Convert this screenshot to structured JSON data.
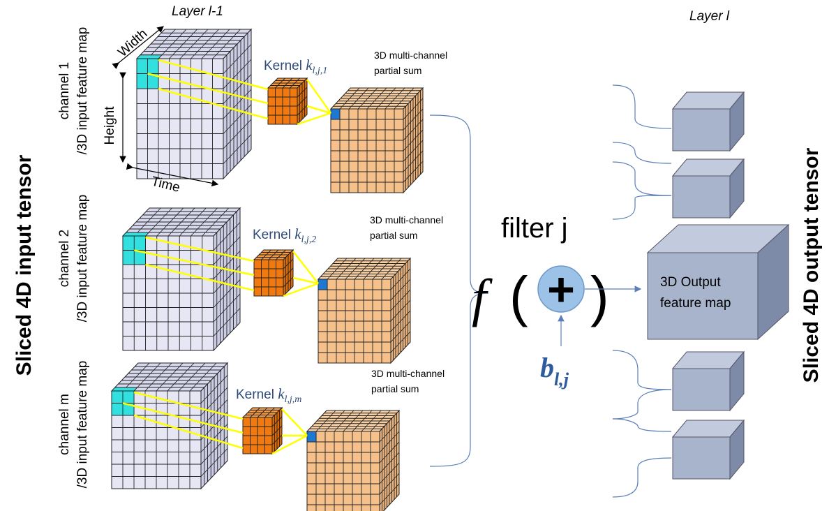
{
  "header": {
    "layer_prev": "Layer l-1",
    "layer_curr": "Layer l"
  },
  "side_titles": {
    "left": "Sliced 4D input tensor",
    "right": "Sliced 4D output tensor"
  },
  "axes": {
    "width": "Width",
    "height": "Height",
    "time": "Time"
  },
  "channels": [
    {
      "line1": "channel 1",
      "line2": "/3D input feature map",
      "kernel_text": "Kernel ",
      "kernel_sym": "k",
      "kernel_sub": "l,j,1",
      "psum_line1": "3D multi-channel",
      "psum_line2": "partial sum"
    },
    {
      "line1": "channel 2",
      "line2": "/3D input feature map",
      "kernel_text": "Kernel ",
      "kernel_sym": "k",
      "kernel_sub": "l,j,2",
      "psum_line1": "3D multi-channel",
      "psum_line2": "partial sum"
    },
    {
      "line1": "channel m",
      "line2": "/3D input feature map",
      "kernel_text": "Kernel ",
      "kernel_sym": "k",
      "kernel_sub": "l,j,m",
      "psum_line1": "3D multi-channel",
      "psum_line2": "partial sum"
    }
  ],
  "filter": {
    "title": "filter j",
    "func": "f",
    "open_paren": "(",
    "close_paren": ")",
    "plus": "+",
    "bias_sym": "b",
    "bias_sub": "l,j"
  },
  "output": {
    "line1": "3D Output",
    "line2": "feature map"
  },
  "colors": {
    "input_cube": "#e6e6f5",
    "input_highlight": "#33e0e0",
    "kernel": "#f07a10",
    "psum": "#f5c08a",
    "psum_marker": "#1e78d2",
    "arrow": "#ffff00",
    "output_box": "#a8b4cc",
    "brace": "#5b7fb8",
    "plus_circle": "#9cc2e8"
  }
}
